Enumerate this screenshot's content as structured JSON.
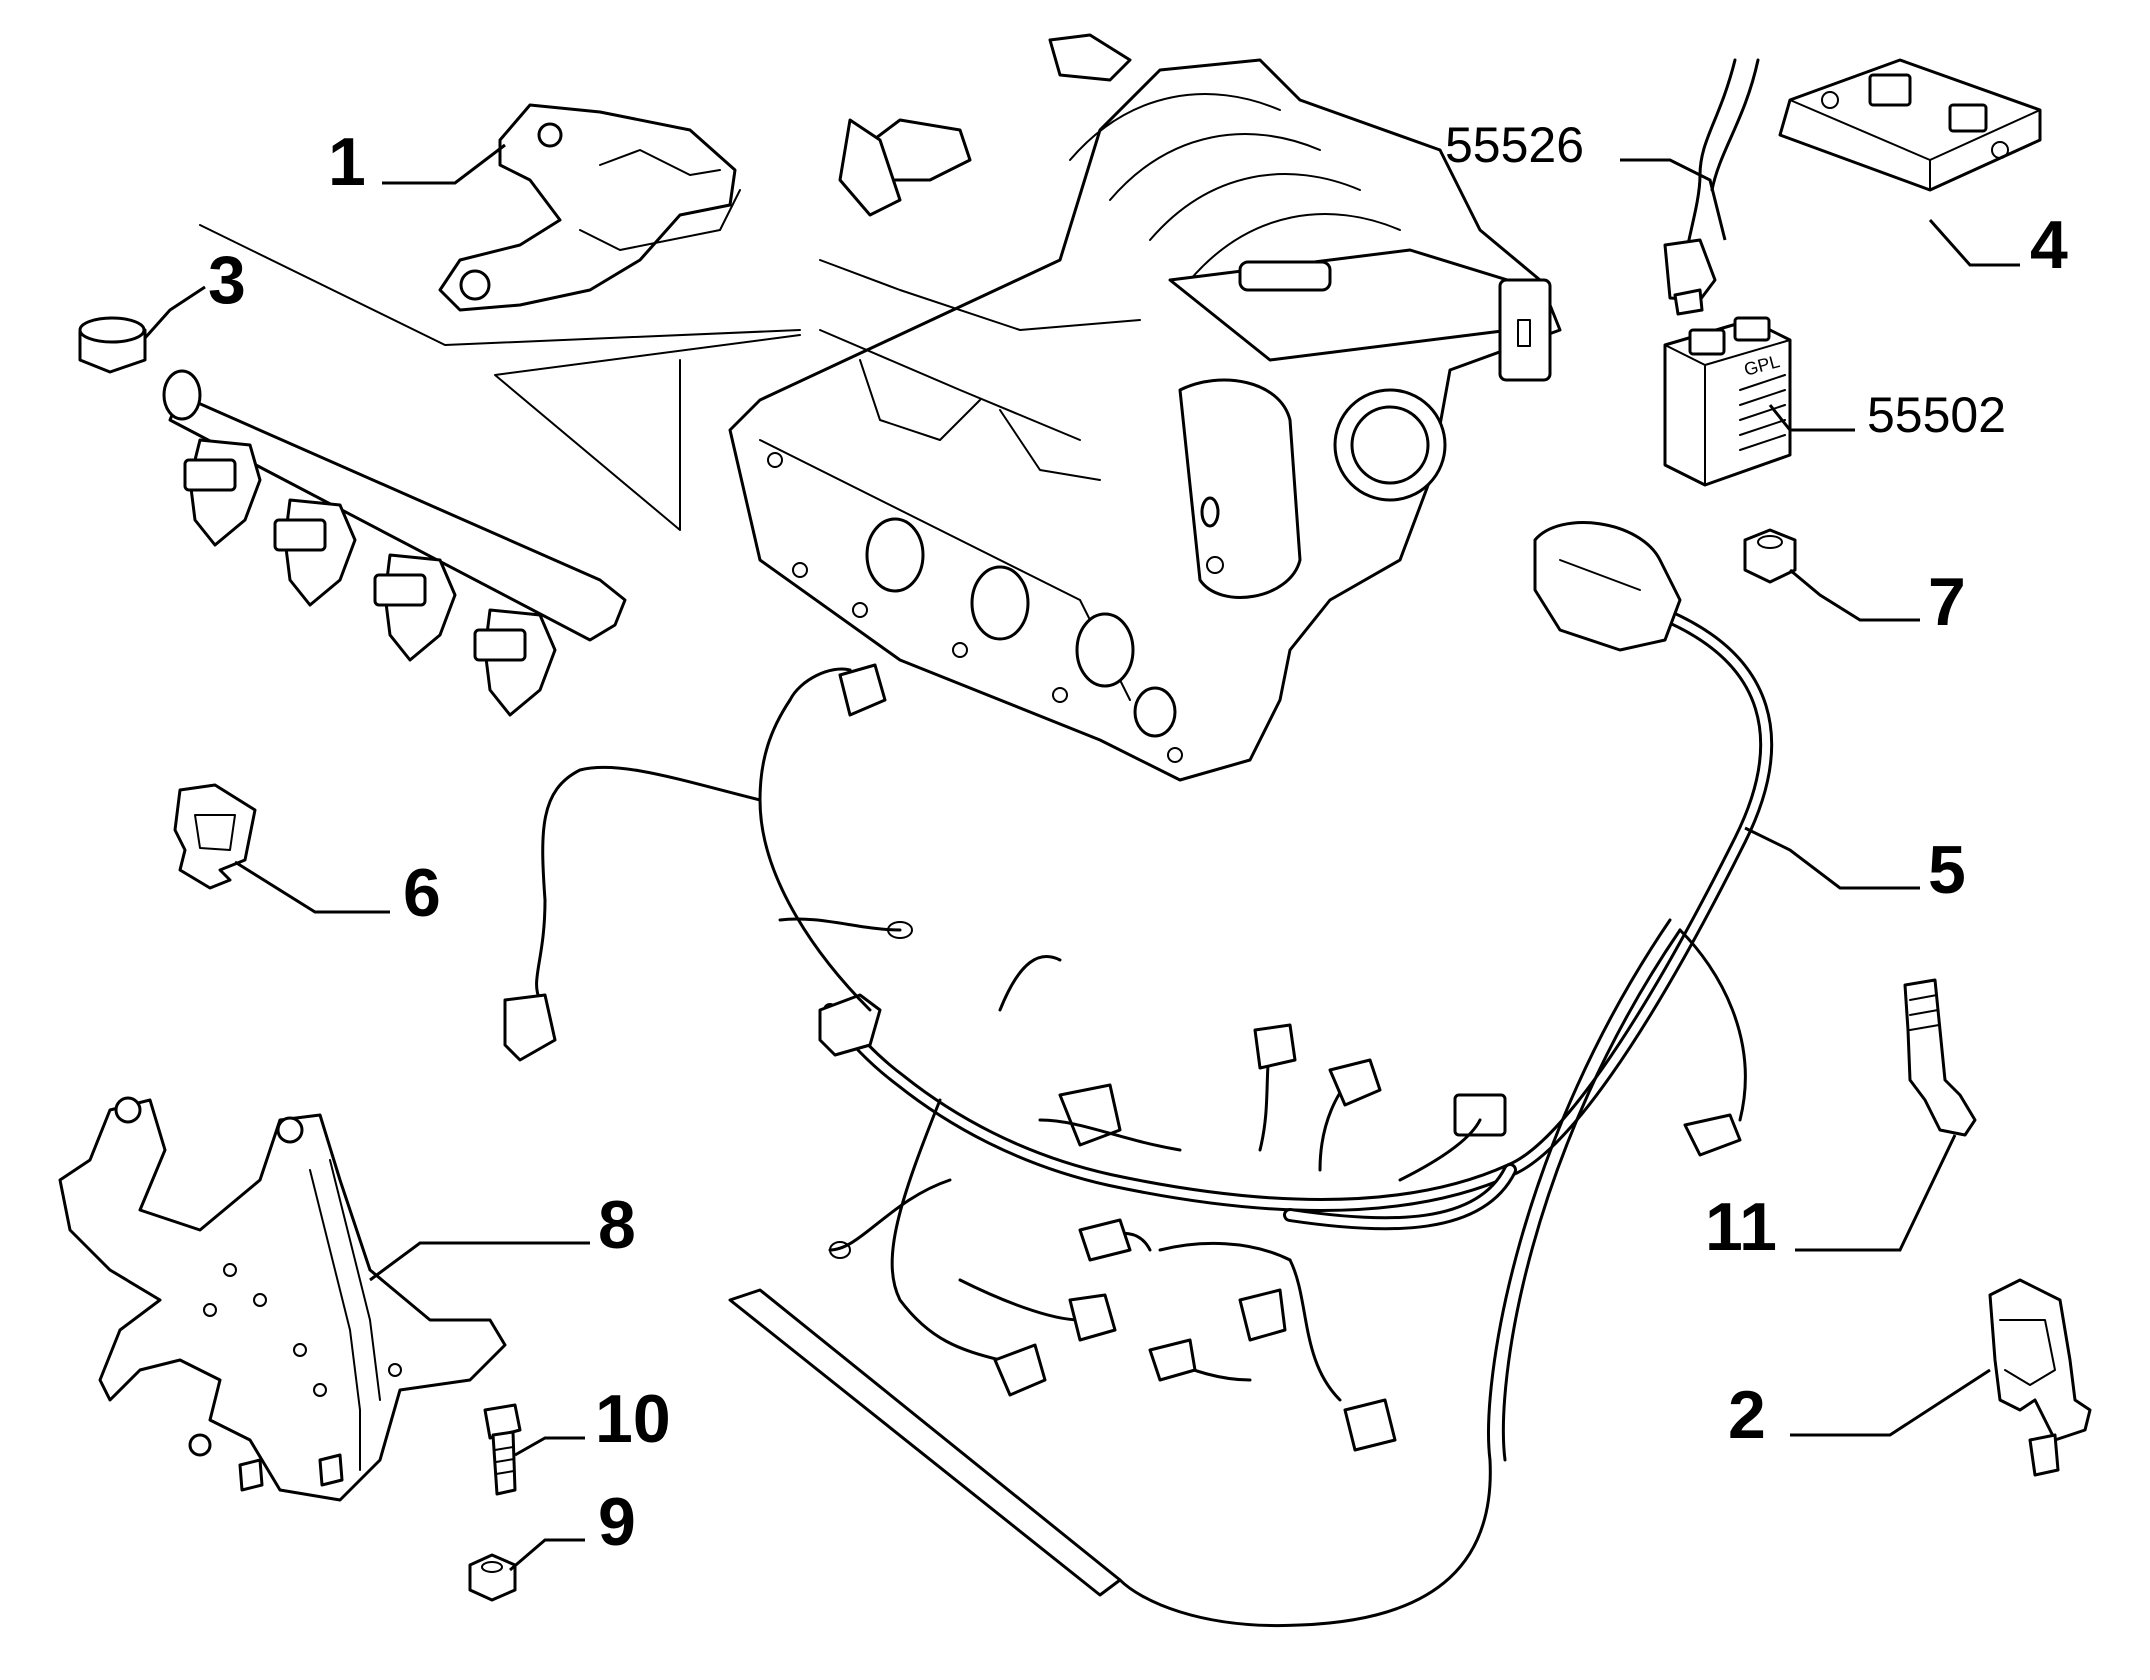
{
  "diagram": {
    "callouts": [
      {
        "id": "c1",
        "label": "1"
      },
      {
        "id": "c2",
        "label": "2"
      },
      {
        "id": "c3",
        "label": "3"
      },
      {
        "id": "c4",
        "label": "4"
      },
      {
        "id": "c5",
        "label": "5"
      },
      {
        "id": "c6",
        "label": "6"
      },
      {
        "id": "c7",
        "label": "7"
      },
      {
        "id": "c8",
        "label": "8"
      },
      {
        "id": "c9",
        "label": "9"
      },
      {
        "id": "c10",
        "label": "10"
      },
      {
        "id": "c11",
        "label": "11"
      },
      {
        "id": "c55526",
        "label": "55526"
      },
      {
        "id": "c55502",
        "label": "55502"
      }
    ],
    "ecu_marking": "GPL",
    "colors": {
      "line": "#000000",
      "background": "#ffffff"
    }
  }
}
